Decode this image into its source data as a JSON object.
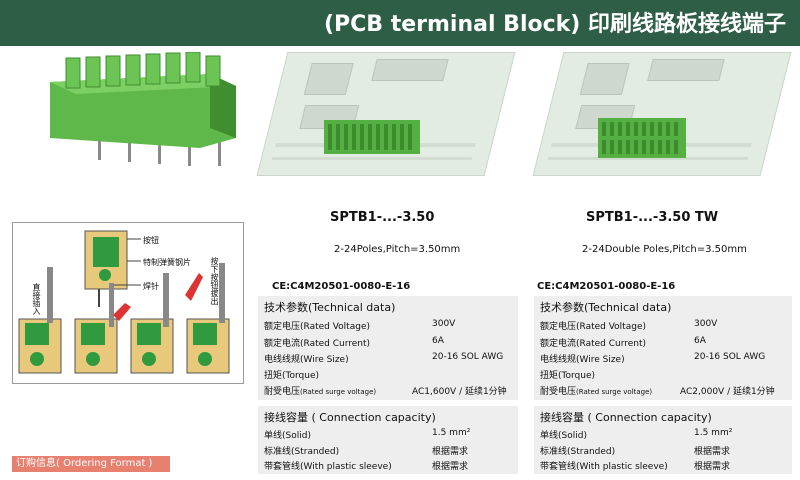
{
  "header": {
    "title": "(PCB terminal Block) 印刷线路板接线端子"
  },
  "diagram": {
    "labels": {
      "button": "按钮",
      "spring": "特制弹簧钢片",
      "pin": "焊针",
      "insert": "直接插入",
      "release": "按下按钮拔出"
    }
  },
  "products": [
    {
      "model": "SPTB1-...-3.50",
      "poles": "2-24Poles,Pitch=3.50mm",
      "ce": "CE:C4M20501-0080-E-16",
      "tech": {
        "heading": "技术参数(Technical data)",
        "rows": [
          {
            "label": "额定电压(Rated Voltage)",
            "value": "300V"
          },
          {
            "label": "额定电流(Rated Current)",
            "value": "6A"
          },
          {
            "label": "电线线规(Wire Size)",
            "value": "20-16 SOL AWG"
          },
          {
            "label": "扭矩(Torque)",
            "value": ""
          },
          {
            "label": "耐受电压",
            "label_small": "(Rated surge voltage)",
            "value": "AC1,600V / 延续1分钟"
          }
        ]
      },
      "conn": {
        "heading": "接线容量 ( Connection capacity)",
        "rows": [
          {
            "label": "单线(Solid)",
            "value": "1.5 mm²"
          },
          {
            "label": "标准线(Stranded)",
            "value": "根据需求"
          },
          {
            "label": "带套管线(With plastic sleeve)",
            "value": "根据需求"
          }
        ]
      }
    },
    {
      "model": "SPTB1-...-3.50 TW",
      "poles": "2-24Double Poles,Pitch=3.50mm",
      "ce": "CE:C4M20501-0080-E-16",
      "tech": {
        "heading": "技术参数(Technical data)",
        "rows": [
          {
            "label": "额定电压(Rated Voltage)",
            "value": "300V"
          },
          {
            "label": "额定电流(Rated Current)",
            "value": "6A"
          },
          {
            "label": "电线线规(Wire Size)",
            "value": "20-16 SOL AWG"
          },
          {
            "label": "扭矩(Torque)",
            "value": ""
          },
          {
            "label": "耐受电压",
            "label_small": "(Rated surge voltage)",
            "value": "AC2,000V / 延续1分钟"
          }
        ]
      },
      "conn": {
        "heading": "接线容量 ( Connection capacity)",
        "rows": [
          {
            "label": "单线(Solid)",
            "value": "1.5 mm²"
          },
          {
            "label": "标准线(Stranded)",
            "value": "根据需求"
          },
          {
            "label": "带套管线(With plastic sleeve)",
            "value": "根据需求"
          }
        ]
      }
    }
  ],
  "order": {
    "label": "订购信息( Ordering  Format )"
  },
  "colors": {
    "header": "#2e5e46",
    "terminal": "#5fb84a",
    "order_bar": "#e8806f"
  }
}
